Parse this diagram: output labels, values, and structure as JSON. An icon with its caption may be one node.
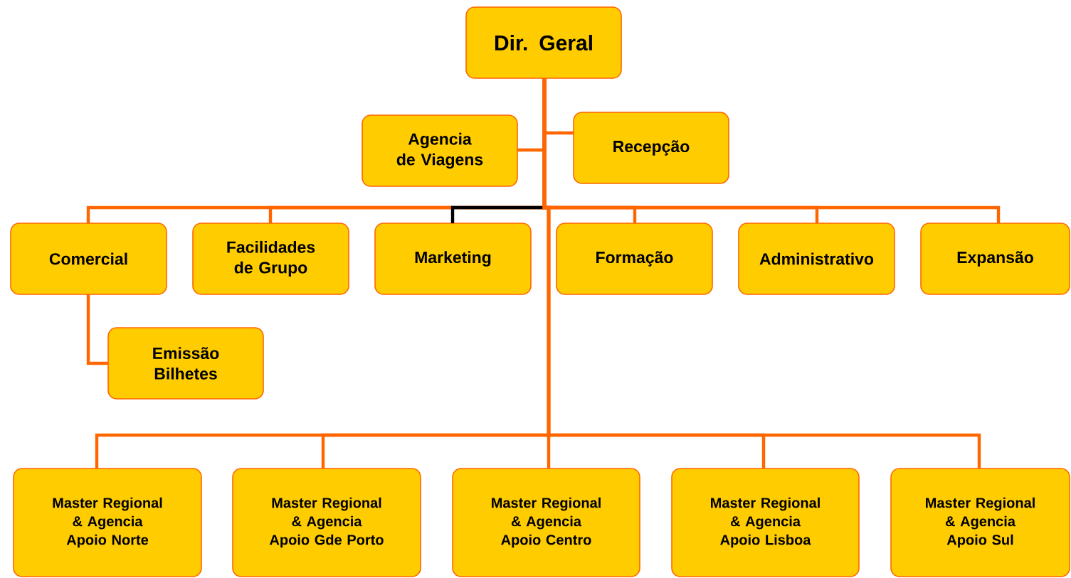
{
  "diagram": {
    "nodes": [
      {
        "text": [
          "Dir. Geral"
        ]
      },
      {
        "text": [
          "Agencia de Viagens"
        ]
      },
      {
        "text": [
          "Recepção"
        ]
      },
      {
        "text": [
          "Comercial"
        ]
      },
      {
        "text": [
          "Facilidades de Grupo"
        ]
      },
      {
        "text": [
          "Marketing"
        ]
      },
      {
        "text": [
          "Formação"
        ]
      },
      {
        "text": [
          "Administrativo"
        ]
      },
      {
        "text": [
          "Expansão"
        ]
      },
      {
        "text": [
          "Emissão Bilhetes"
        ]
      },
      {
        "text": [
          "Master Regional & Agencia Apoio Norte"
        ]
      },
      {
        "text": [
          "Master Regional & Agencia Apoio Gde Porto"
        ]
      },
      {
        "text": [
          "Master Regional & Agencia Apoio Centro"
        ]
      },
      {
        "text": [
          "Master Regional & Agencia Apoio Lisboa"
        ]
      },
      {
        "text": [
          "Master Regional & Agencia Apoio Sul"
        ]
      }
    ],
    "edges": [
      {
        "from": 0,
        "to": 1,
        "arrow": "none"
      },
      {
        "from": 0,
        "to": 2,
        "arrow": "none"
      },
      {
        "from": 0,
        "to": 3,
        "arrow": "none"
      },
      {
        "from": 0,
        "to": 4,
        "arrow": "none"
      },
      {
        "from": 0,
        "to": 5,
        "arrow": "none",
        "color": "#000000"
      },
      {
        "from": 0,
        "to": 6,
        "arrow": "none"
      },
      {
        "from": 0,
        "to": 7,
        "arrow": "none"
      },
      {
        "from": 0,
        "to": 8,
        "arrow": "none"
      },
      {
        "from": 3,
        "to": 9,
        "arrow": "none"
      },
      {
        "from": 0,
        "to": 10,
        "arrow": "none"
      },
      {
        "from": 0,
        "to": 11,
        "arrow": "none"
      },
      {
        "from": 0,
        "to": 12,
        "arrow": "none"
      },
      {
        "from": 0,
        "to": 13,
        "arrow": "none"
      },
      {
        "from": 0,
        "to": 14,
        "arrow": "none"
      }
    ]
  }
}
